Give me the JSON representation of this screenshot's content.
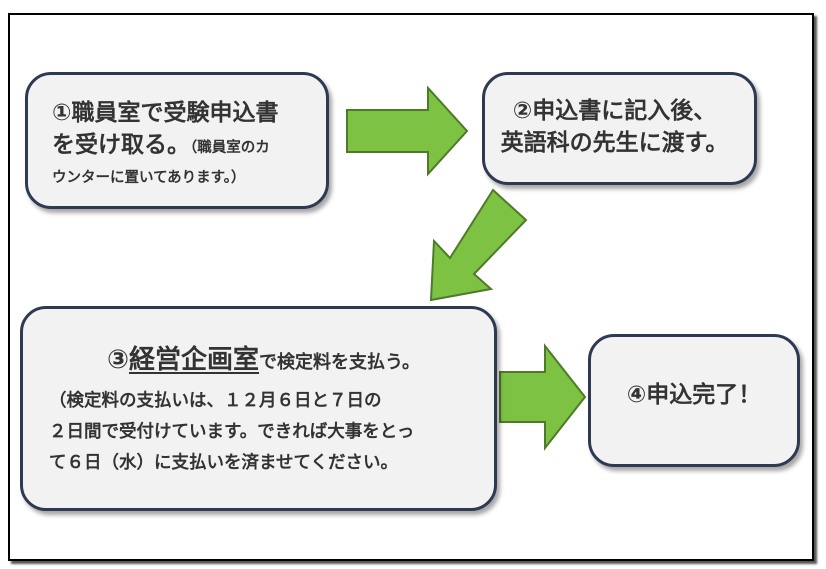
{
  "steps": {
    "step1": {
      "main_a": "①職員室で受験申込書",
      "main_b": "を受け取る。",
      "note_a": "（職員室のカ",
      "note_b": "ウンターに置いてあります。）"
    },
    "step2": {
      "line1": "②申込書に記入後、",
      "line2": "英語科の先生に渡す。"
    },
    "step3": {
      "prefix": "③",
      "keyword": "経営企画室",
      "rest": "で検定料を支払う。",
      "note1": "（検定料の支払いは、１２月６日と７日の",
      "note2": "２日間で受付けています。できれば大事をとっ",
      "note3": "て６日（水）に支払いを済ませてください。"
    },
    "step4": {
      "label": "④申込完了！"
    }
  },
  "colors": {
    "arrow_fill": "#7dc242",
    "arrow_stroke": "#4e7a2a",
    "box_fill": "#f2f2f2",
    "box_border": "#2e3a52"
  }
}
